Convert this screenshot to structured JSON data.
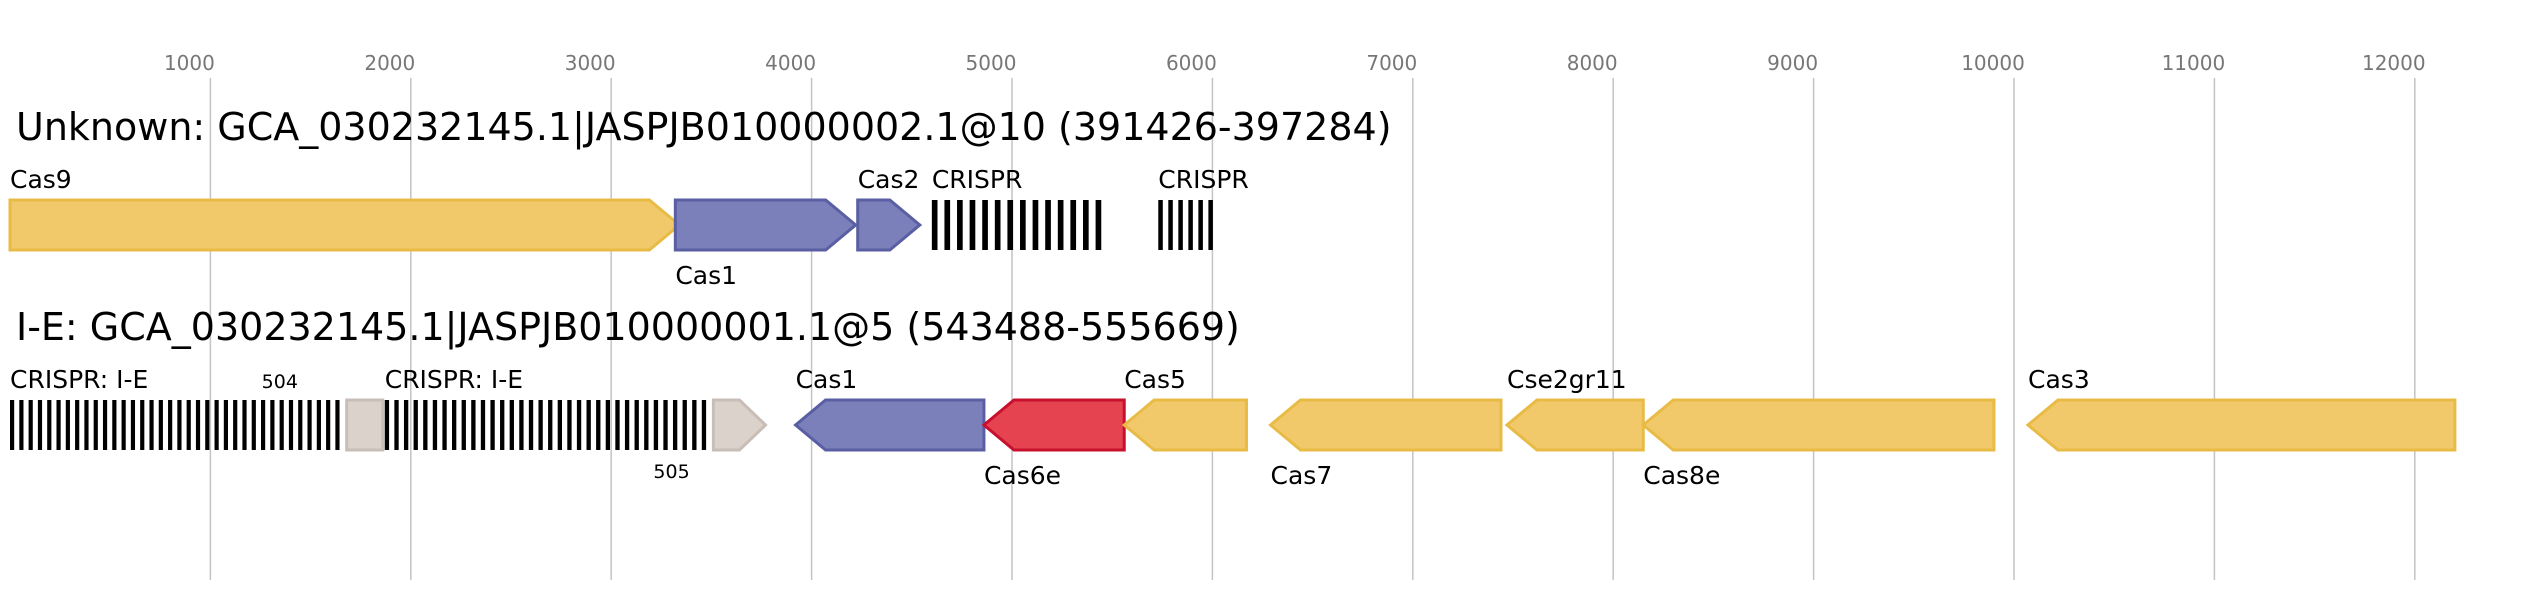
{
  "axis": {
    "ticks": [
      "1000",
      "2000",
      "3000",
      "4000",
      "5000",
      "6000",
      "7000",
      "8000",
      "9000",
      "10000",
      "11000",
      "12000"
    ],
    "tick_values": [
      1000,
      2000,
      3000,
      4000,
      5000,
      6000,
      7000,
      8000,
      9000,
      10000,
      11000,
      12000
    ]
  },
  "colors": {
    "yellow_fill": "#f2c96a",
    "yellow_stroke": "#e8bb45",
    "blue_fill": "#7b7fba",
    "blue_stroke": "#5a5fa3",
    "red_fill": "#e5434f",
    "red_stroke": "#c8102e",
    "grey_fill": "#dbd2cc",
    "grey_stroke": "#c9beb7",
    "crispr_bar": "#000000"
  },
  "loci": [
    {
      "title": "Unknown: GCA_030232145.1|JASPJB010000002.1@10 (391426-397284)",
      "features": [
        {
          "name": "Cas9",
          "kind": "gene",
          "color": "yellow",
          "start": 0,
          "end": 3340,
          "strand": "+",
          "label_pos": "above"
        },
        {
          "name": "Cas1",
          "kind": "gene",
          "color": "blue",
          "start": 3320,
          "end": 4220,
          "strand": "+",
          "label_pos": "below"
        },
        {
          "name": "Cas2",
          "kind": "gene",
          "color": "blue",
          "start": 4230,
          "end": 4540,
          "strand": "+",
          "label_pos": "above"
        },
        {
          "name": "CRISPR",
          "kind": "crispr",
          "start": 4600,
          "end": 5480,
          "repeats": 14,
          "label_pos": "above"
        },
        {
          "name": "CRISPR",
          "kind": "crispr",
          "start": 5730,
          "end": 6030,
          "repeats": 6,
          "label_pos": "above"
        }
      ]
    },
    {
      "title": "I-E: GCA_030232145.1|JASPJB010000001.1@5 (543488-555669)",
      "features": [
        {
          "name": "CRISPR: I-E",
          "kind": "crispr",
          "start": 0,
          "end": 1670,
          "repeats": 36,
          "label_pos": "above"
        },
        {
          "name": "504",
          "kind": "unknown",
          "start": 1680,
          "end": 1860,
          "strand": "none",
          "label_pos": "above-small"
        },
        {
          "name": "CRISPR: I-E",
          "kind": "crispr",
          "start": 1870,
          "end": 3500,
          "repeats": 34,
          "label_pos": "above"
        },
        {
          "name": "505",
          "kind": "unknown",
          "start": 3510,
          "end": 3770,
          "strand": "+",
          "label_pos": "below-small"
        },
        {
          "name": "Cas1",
          "kind": "gene",
          "color": "blue",
          "start": 3920,
          "end": 4860,
          "strand": "-",
          "label_pos": "above"
        },
        {
          "name": "Cas6e",
          "kind": "gene",
          "color": "red",
          "start": 4860,
          "end": 5560,
          "strand": "-",
          "label_pos": "below"
        },
        {
          "name": "Cas5",
          "kind": "gene",
          "color": "yellow",
          "start": 5560,
          "end": 6170,
          "strand": "-",
          "label_pos": "above"
        },
        {
          "name": "Cas7",
          "kind": "gene",
          "color": "yellow",
          "start": 6290,
          "end": 7440,
          "strand": "-",
          "label_pos": "below"
        },
        {
          "name": "Cse2gr11",
          "kind": "gene",
          "color": "yellow",
          "start": 7470,
          "end": 8150,
          "strand": "-",
          "label_pos": "above"
        },
        {
          "name": "Cas8e",
          "kind": "gene",
          "color": "yellow",
          "start": 8150,
          "end": 9900,
          "strand": "-",
          "label_pos": "below"
        },
        {
          "name": "Cas3",
          "kind": "gene",
          "color": "yellow",
          "start": 10070,
          "end": 12200,
          "strand": "-",
          "label_pos": "above"
        }
      ]
    }
  ]
}
